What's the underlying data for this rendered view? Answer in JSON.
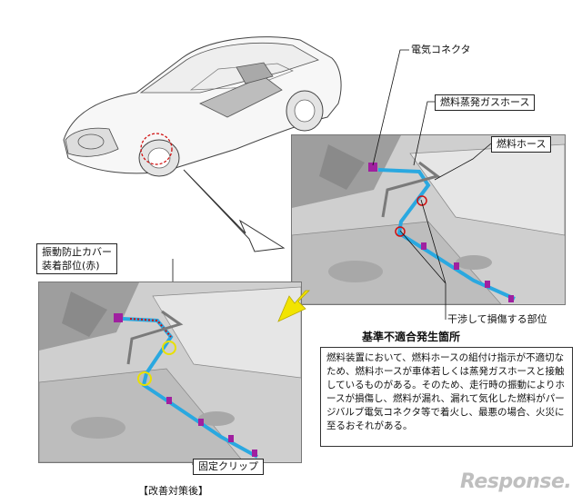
{
  "labels": {
    "electric_connector": "電気コネクタ",
    "evap_gas_hose": "燃料蒸発ガスホース",
    "fuel_hose": "燃料ホース",
    "vibration_cover": "振動防止カバー",
    "vibration_cover_position": "装着部位(赤)",
    "damage_point": "干渉して損傷する部位",
    "fixing_clip": "固定クリップ"
  },
  "heading": "基準不適合発生箇所",
  "description": [
    "燃料装置において、燃料ホースの組付け指示が不適切な",
    "ため、燃料ホースが車体若しくは蒸発ガスホースと接触",
    "しているものがある。そのため、走行時の振動によりホ",
    "ースが損傷し、燃料が漏れ、漏れて気化した燃料がパー",
    "ジバルブ電気コネクタ等で着火し、最悪の場合、火災に",
    "至るおそれがある。"
  ],
  "footer": "【改善対策後】",
  "logo": "Response.",
  "colors": {
    "hose": "#2aa8e0",
    "clip": "#a020a0",
    "highlight": "#e8e000",
    "damage": "#d01010"
  }
}
